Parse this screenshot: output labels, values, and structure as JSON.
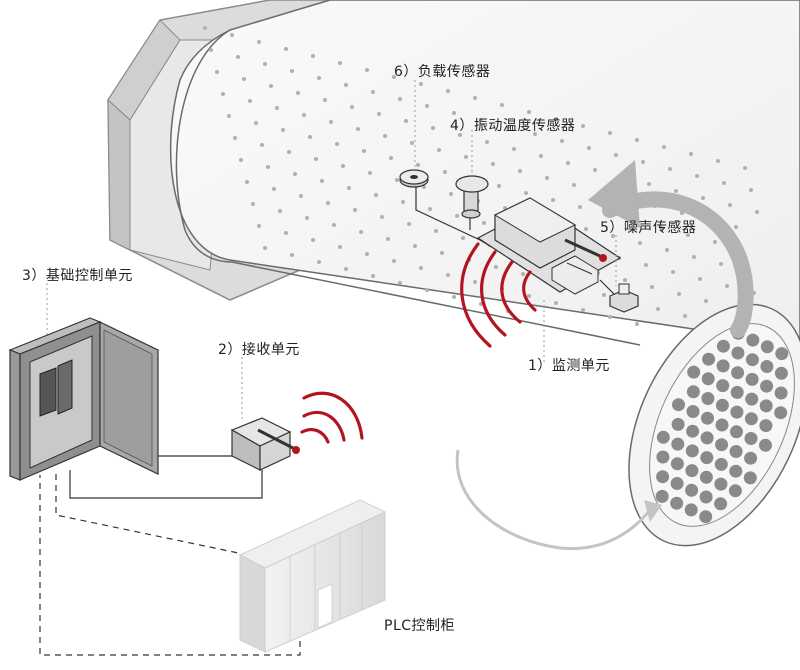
{
  "labels": {
    "load_sensor": "6）负载传感器",
    "vibration_temp_sensor": "4）振动温度传感器",
    "noise_sensor": "5）噪声传感器",
    "monitoring_unit": "1）监测单元",
    "basic_control_unit": "3）基础控制单元",
    "receiving_unit": "2）接收单元",
    "plc_cabinet": "PLC控制柜"
  },
  "colors": {
    "signal_wave": "#b3151f",
    "mill_body": "#f2f2f2",
    "mill_outline": "#6a6a6a",
    "mill_dots": "#a9a9a9",
    "cabinet": "#8f8f8f",
    "plc_cabinet": "#e6e6e6",
    "rotation_arrow": "#a9a9a9"
  },
  "icons": {
    "rotation": "curved-arrow-icon",
    "signal": "wireless-signal-icon"
  }
}
